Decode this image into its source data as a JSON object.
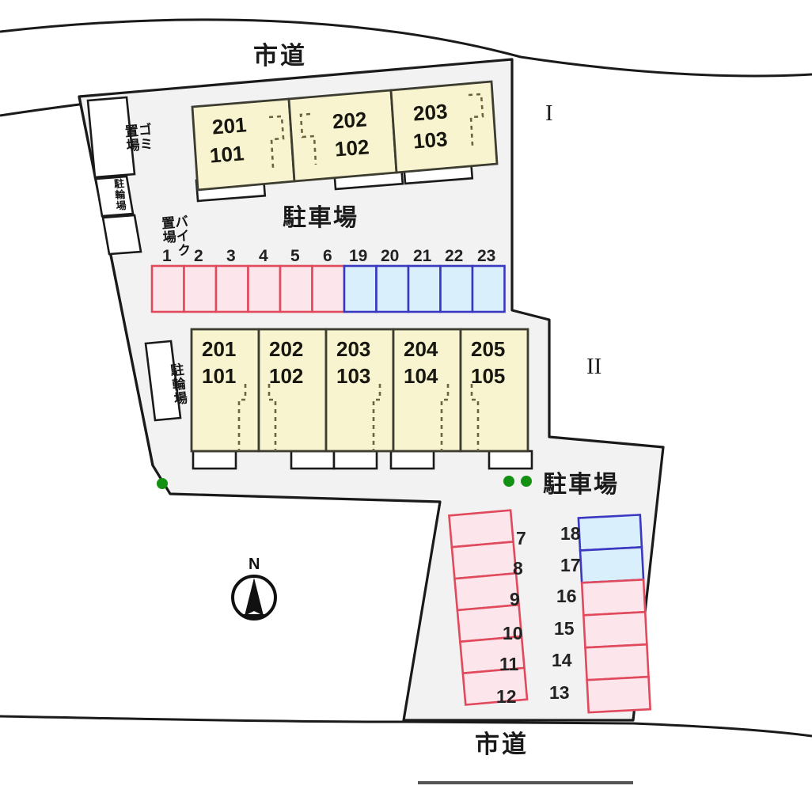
{
  "title": "apartment-site-plan",
  "roads": [
    {
      "name": "road-north",
      "label": "市道"
    },
    {
      "name": "road-south",
      "label": "市道"
    }
  ],
  "site_labels": {
    "building_1_marker": "I",
    "building_2_marker": "II",
    "parking_lot_north": "駐車場",
    "parking_lot_south": "駐車場"
  },
  "facilities": [
    {
      "name": "gomi-okiba",
      "label": "ゴミ\n置場"
    },
    {
      "name": "chuurinjo-north",
      "label": "駐輪場"
    },
    {
      "name": "baiku-okiba",
      "label": "バイク\n置場"
    },
    {
      "name": "chuurinjo-west",
      "label": "駐輪場"
    }
  ],
  "buildings": [
    {
      "name": "building-1",
      "marker": "I",
      "units": [
        {
          "upper": "201",
          "lower": "101"
        },
        {
          "upper": "202",
          "lower": "102"
        },
        {
          "upper": "203",
          "lower": "103"
        }
      ]
    },
    {
      "name": "building-2",
      "marker": "II",
      "units": [
        {
          "upper": "201",
          "lower": "101"
        },
        {
          "upper": "202",
          "lower": "102"
        },
        {
          "upper": "203",
          "lower": "103"
        },
        {
          "upper": "204",
          "lower": "104"
        },
        {
          "upper": "205",
          "lower": "105"
        }
      ]
    }
  ],
  "parking": {
    "north_row": [
      {
        "no": "1",
        "status": "occupied"
      },
      {
        "no": "2",
        "status": "occupied"
      },
      {
        "no": "3",
        "status": "occupied"
      },
      {
        "no": "4",
        "status": "occupied"
      },
      {
        "no": "5",
        "status": "occupied"
      },
      {
        "no": "6",
        "status": "occupied"
      },
      {
        "no": "19",
        "status": "vacant"
      },
      {
        "no": "20",
        "status": "vacant"
      },
      {
        "no": "21",
        "status": "vacant"
      },
      {
        "no": "22",
        "status": "vacant"
      },
      {
        "no": "23",
        "status": "vacant"
      }
    ],
    "south_left_column": [
      {
        "no": "7",
        "status": "occupied"
      },
      {
        "no": "8",
        "status": "occupied"
      },
      {
        "no": "9",
        "status": "occupied"
      },
      {
        "no": "10",
        "status": "occupied"
      },
      {
        "no": "11",
        "status": "occupied"
      },
      {
        "no": "12",
        "status": "occupied"
      }
    ],
    "south_right_column": [
      {
        "no": "18",
        "status": "vacant"
      },
      {
        "no": "17",
        "status": "vacant"
      },
      {
        "no": "16",
        "status": "occupied"
      },
      {
        "no": "15",
        "status": "occupied"
      },
      {
        "no": "14",
        "status": "occupied"
      },
      {
        "no": "13",
        "status": "occupied"
      }
    ]
  },
  "compass": {
    "label": "N",
    "name": "compass-rose"
  },
  "colors": {
    "occupied_fill": "#fce6ec",
    "occupied_stroke": "#e04a5c",
    "vacant_fill": "#d9effb",
    "vacant_stroke": "#3a38c0",
    "building_fill": "#f8f4cf",
    "building_stroke": "#3c3c30",
    "site_fill": "#f2f2f2",
    "site_stroke": "#1a1a1a",
    "marker_dot": "#149014"
  }
}
